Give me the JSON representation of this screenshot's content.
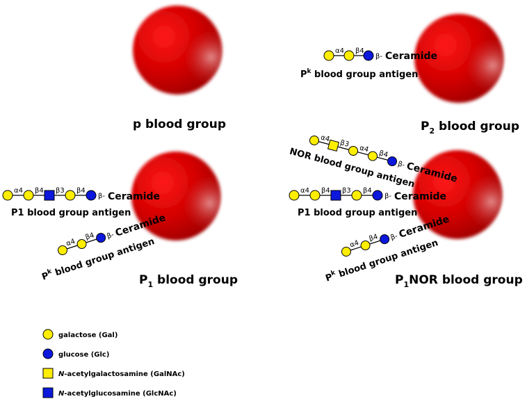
{
  "groups": {
    "p": {
      "title": "p blood group"
    },
    "p2": {
      "title_main": "P",
      "title_sub": "2",
      "title_rest": " blood group"
    },
    "p1": {
      "title_main": "P",
      "title_sub": "1",
      "title_rest": " blood group"
    },
    "p1nor": {
      "title_main": "P",
      "title_sub": "1",
      "title_rest": "NOR blood group"
    }
  },
  "antigens": {
    "pk": {
      "label_main": "P",
      "label_sup": "k",
      "label_rest": " blood group antigen"
    },
    "p1": {
      "label": "P1 blood group antigen"
    },
    "nor": {
      "label": "NOR blood group antigen"
    }
  },
  "chains": {
    "pk_bonds": [
      "α4",
      "β4",
      "β-"
    ],
    "p1_bonds": [
      "α4",
      "β4",
      "β3",
      "β4",
      "β-"
    ],
    "nor_bonds": [
      "α4",
      "β3",
      "α4",
      "β4",
      "β-"
    ],
    "ceramide": "Ceramide"
  },
  "legend": [
    {
      "symbol": "yellow-circle",
      "label": "galactose (Gal)"
    },
    {
      "symbol": "blue-circle",
      "label": "glucose (Glc)"
    },
    {
      "symbol": "yellow-square",
      "label_italic": "N",
      "label": "-acetylgalactosamine (GalNAc)"
    },
    {
      "symbol": "blue-square",
      "label_italic": "N",
      "label": "-acetylglucosamine (GlcNAc)"
    }
  ],
  "colors": {
    "galactose": "#ffee00",
    "glucose": "#0c18dc",
    "cell_core": "#ff0000",
    "cell_edge": "#bb0000"
  }
}
